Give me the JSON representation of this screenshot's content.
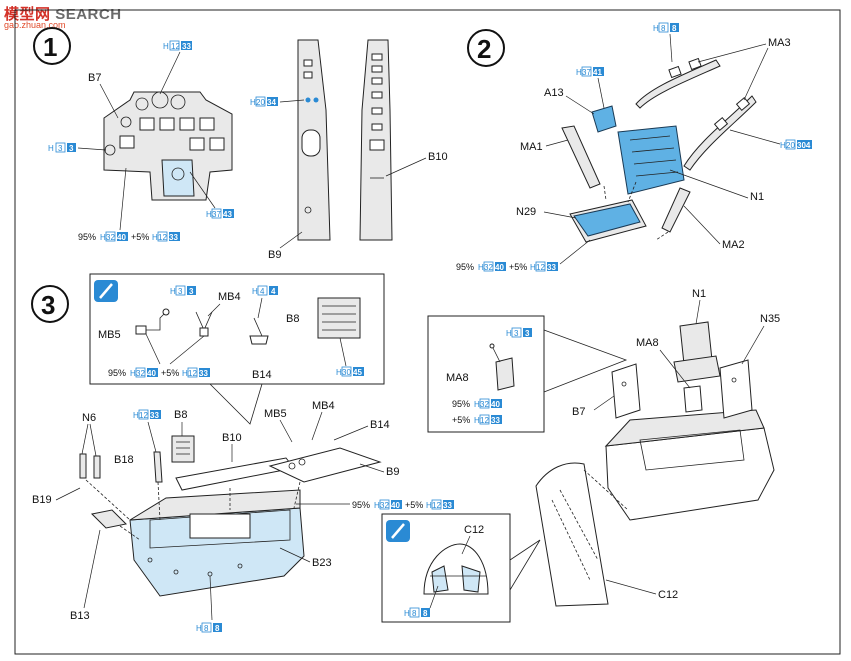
{
  "watermark": {
    "brand_a": "模型",
    "brand_b": "网",
    "brand_c": "SEARCH",
    "url": "gao.zhuan.com"
  },
  "steps": [
    "1",
    "2",
    "3"
  ],
  "paint": {
    "h3": "3",
    "h8": "8",
    "h12": "12",
    "h33": "33",
    "h20": "20",
    "h34": "34",
    "h37": "37",
    "h43": "43",
    "h41": "41",
    "h4": "4",
    "h30": "30",
    "h45": "45",
    "h32": "32",
    "h40": "40",
    "h304": "304",
    "h_prefix": "H",
    "mix_95": "95%",
    "mix_5": "+5%"
  },
  "labels": {
    "B7": "B7",
    "B9": "B9",
    "B10": "B10",
    "A13": "A13",
    "MA1": "MA1",
    "MA2": "MA2",
    "MA3": "MA3",
    "N1": "N1",
    "N29": "N29",
    "MB4": "MB4",
    "MB5": "MB5",
    "B8": "B8",
    "B14": "B14",
    "MA8": "MA8",
    "N35": "N35",
    "N6": "N6",
    "B18": "B18",
    "B19": "B19",
    "B13": "B13",
    "B23": "B23",
    "C12": "C12"
  },
  "colors": {
    "badge_blue": "#2a8ad4",
    "part_blue": "#cfe7f6",
    "seat_blue": "#5fb1e4"
  }
}
